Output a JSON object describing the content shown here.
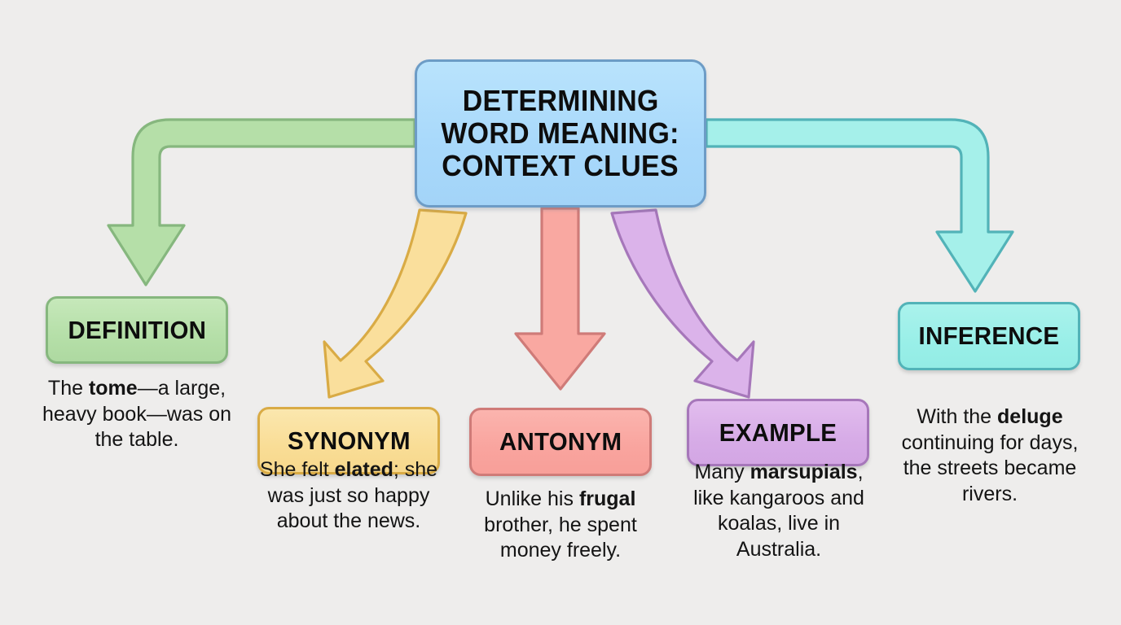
{
  "background_color": "#eeedec",
  "title": {
    "lines": [
      "DETERMINING",
      "WORD MEANING:",
      "CONTEXT CLUES"
    ],
    "fill": "#ade0fb",
    "border": "#6d9cc6"
  },
  "branches": [
    {
      "id": "definition",
      "label": "DEFINITION",
      "fill": "#b5dfa8",
      "border": "#86b77e",
      "arrow_color": "#b5dfa8",
      "arrow_border": "#86b77e",
      "arrow_shape": "elbow-left",
      "caption_prefix": "The ",
      "caption_bold": "tome",
      "caption_suffix": "—a large, heavy book—was on the table.",
      "caption_full": "The tome—a large, heavy book—was on the table."
    },
    {
      "id": "synonym",
      "label": "SYNONYM",
      "fill": "#f9dd96",
      "border": "#d9ab45",
      "arrow_color": "#fadf9c",
      "arrow_border": "#d9ab45",
      "arrow_shape": "curve-left",
      "caption_prefix": "She felt ",
      "caption_bold": "elated",
      "caption_suffix": "; she was just so happy about the news.",
      "caption_full": "She felt elated; she was just so happy about the news."
    },
    {
      "id": "antonym",
      "label": "ANTONYM",
      "fill": "#f9a49e",
      "border": "#cf7b78",
      "arrow_color": "#f9a8a1",
      "arrow_border": "#cf7b78",
      "arrow_shape": "straight-down",
      "caption_prefix": "Unlike his ",
      "caption_bold": "frugal",
      "caption_suffix": " brother, he spent money freely.",
      "caption_full": "Unlike his frugal brother, he spent money freely."
    },
    {
      "id": "example",
      "label": "EXAMPLE",
      "fill": "#d7ace7",
      "border": "#a677ba",
      "arrow_color": "#dbb3ea",
      "arrow_border": "#a677ba",
      "arrow_shape": "curve-right",
      "caption_prefix": "Many ",
      "caption_bold": "marsupials",
      "caption_suffix": ", like kangaroos and koalas, live in Australia.",
      "caption_full": "Many marsupials, like kangaroos and koalas, live in Australia."
    },
    {
      "id": "inference",
      "label": "INFERENCE",
      "fill": "#99efe8",
      "border": "#52b3b8",
      "arrow_color": "#a5f0ea",
      "arrow_border": "#52b3b8",
      "arrow_shape": "elbow-right",
      "caption_prefix": "With the ",
      "caption_bold": "deluge",
      "caption_suffix": " continuing for days, the streets became rivers.",
      "caption_full": "With the deluge continuing for days, the streets became rivers."
    }
  ]
}
